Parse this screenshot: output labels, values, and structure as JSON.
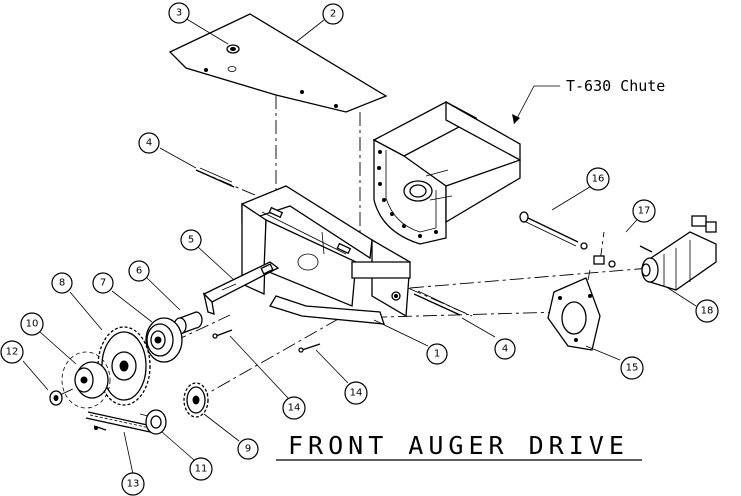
{
  "title": "FRONT AUGER DRIVE",
  "chute_callout": "T-630 Chute",
  "balloons": [
    {
      "id": "b3",
      "label": "3"
    },
    {
      "id": "b2",
      "label": "2"
    },
    {
      "id": "b4a",
      "label": "4"
    },
    {
      "id": "b16",
      "label": "16"
    },
    {
      "id": "b17",
      "label": "17"
    },
    {
      "id": "b5",
      "label": "5"
    },
    {
      "id": "b6",
      "label": "6"
    },
    {
      "id": "b7",
      "label": "7"
    },
    {
      "id": "b8",
      "label": "8"
    },
    {
      "id": "b10",
      "label": "10"
    },
    {
      "id": "b12",
      "label": "12"
    },
    {
      "id": "b18",
      "label": "18"
    },
    {
      "id": "b1",
      "label": "1"
    },
    {
      "id": "b4b",
      "label": "4"
    },
    {
      "id": "b15",
      "label": "15"
    },
    {
      "id": "b14a",
      "label": "14"
    },
    {
      "id": "b14b",
      "label": "14"
    },
    {
      "id": "b9",
      "label": "9"
    },
    {
      "id": "b11",
      "label": "11"
    },
    {
      "id": "b13",
      "label": "13"
    }
  ]
}
